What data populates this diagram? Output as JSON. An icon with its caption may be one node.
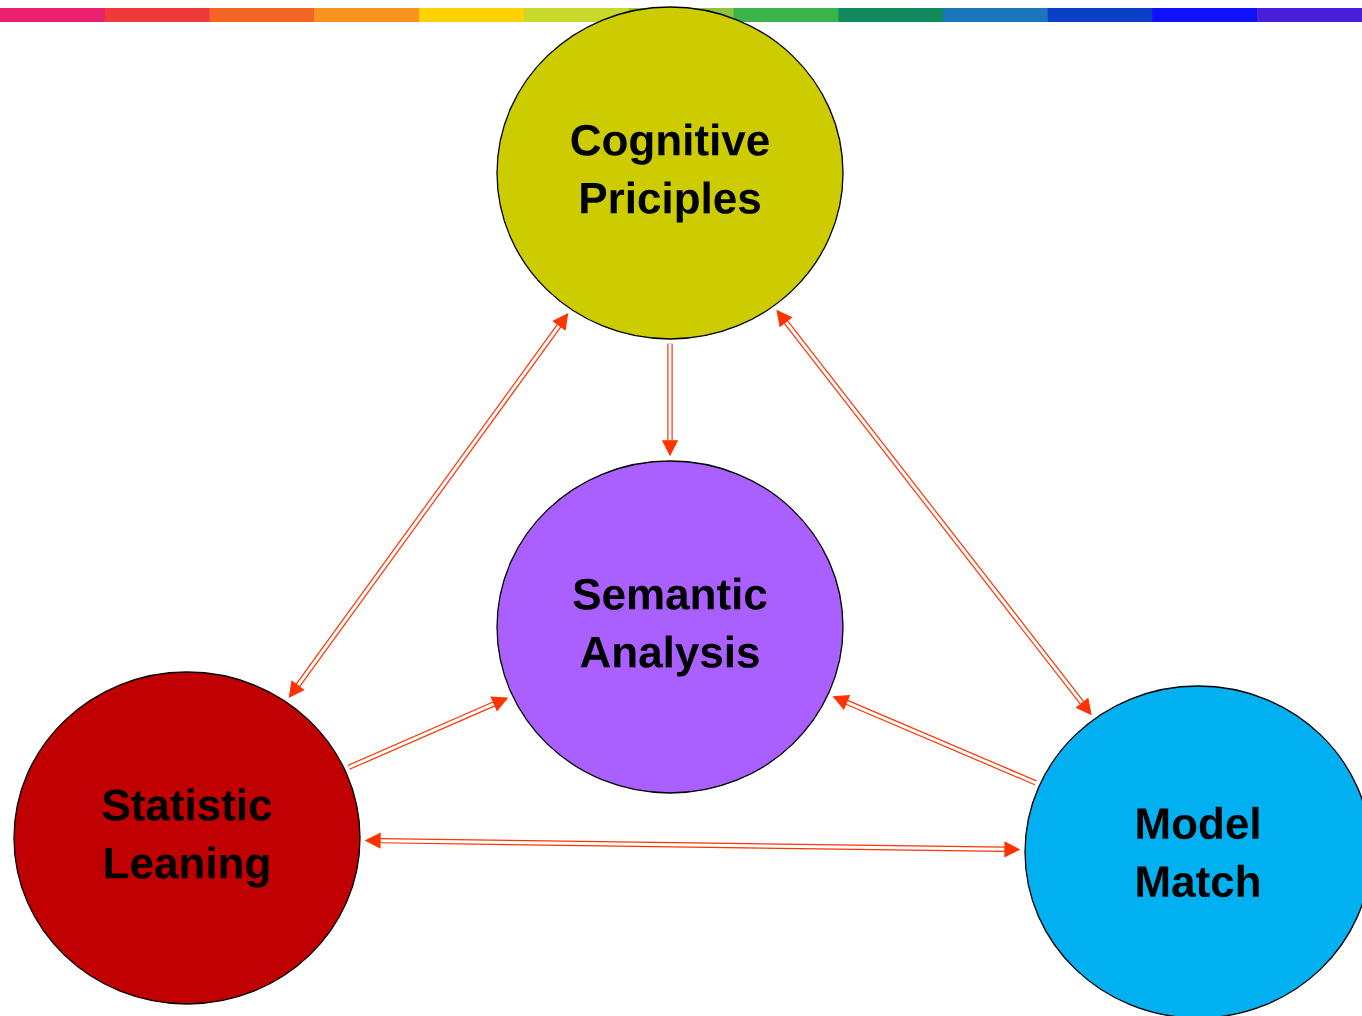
{
  "diagram": {
    "nodes": [
      {
        "text": [
          "Cognitive Priciples"
        ]
      },
      {
        "text": [
          "Semantic Analysis"
        ]
      },
      {
        "text": [
          "Statistic Leaning"
        ]
      },
      {
        "text": [
          "Model Match"
        ]
      }
    ],
    "edges": [
      {
        "from": 0,
        "to": 2,
        "arrow": "both"
      },
      {
        "from": 0,
        "to": 1,
        "arrow": "to"
      },
      {
        "from": 0,
        "to": 3,
        "arrow": "both"
      },
      {
        "from": 2,
        "to": 1,
        "arrow": "to"
      },
      {
        "from": 3,
        "to": 1,
        "arrow": "to"
      },
      {
        "from": 2,
        "to": 3,
        "arrow": "both"
      }
    ]
  }
}
